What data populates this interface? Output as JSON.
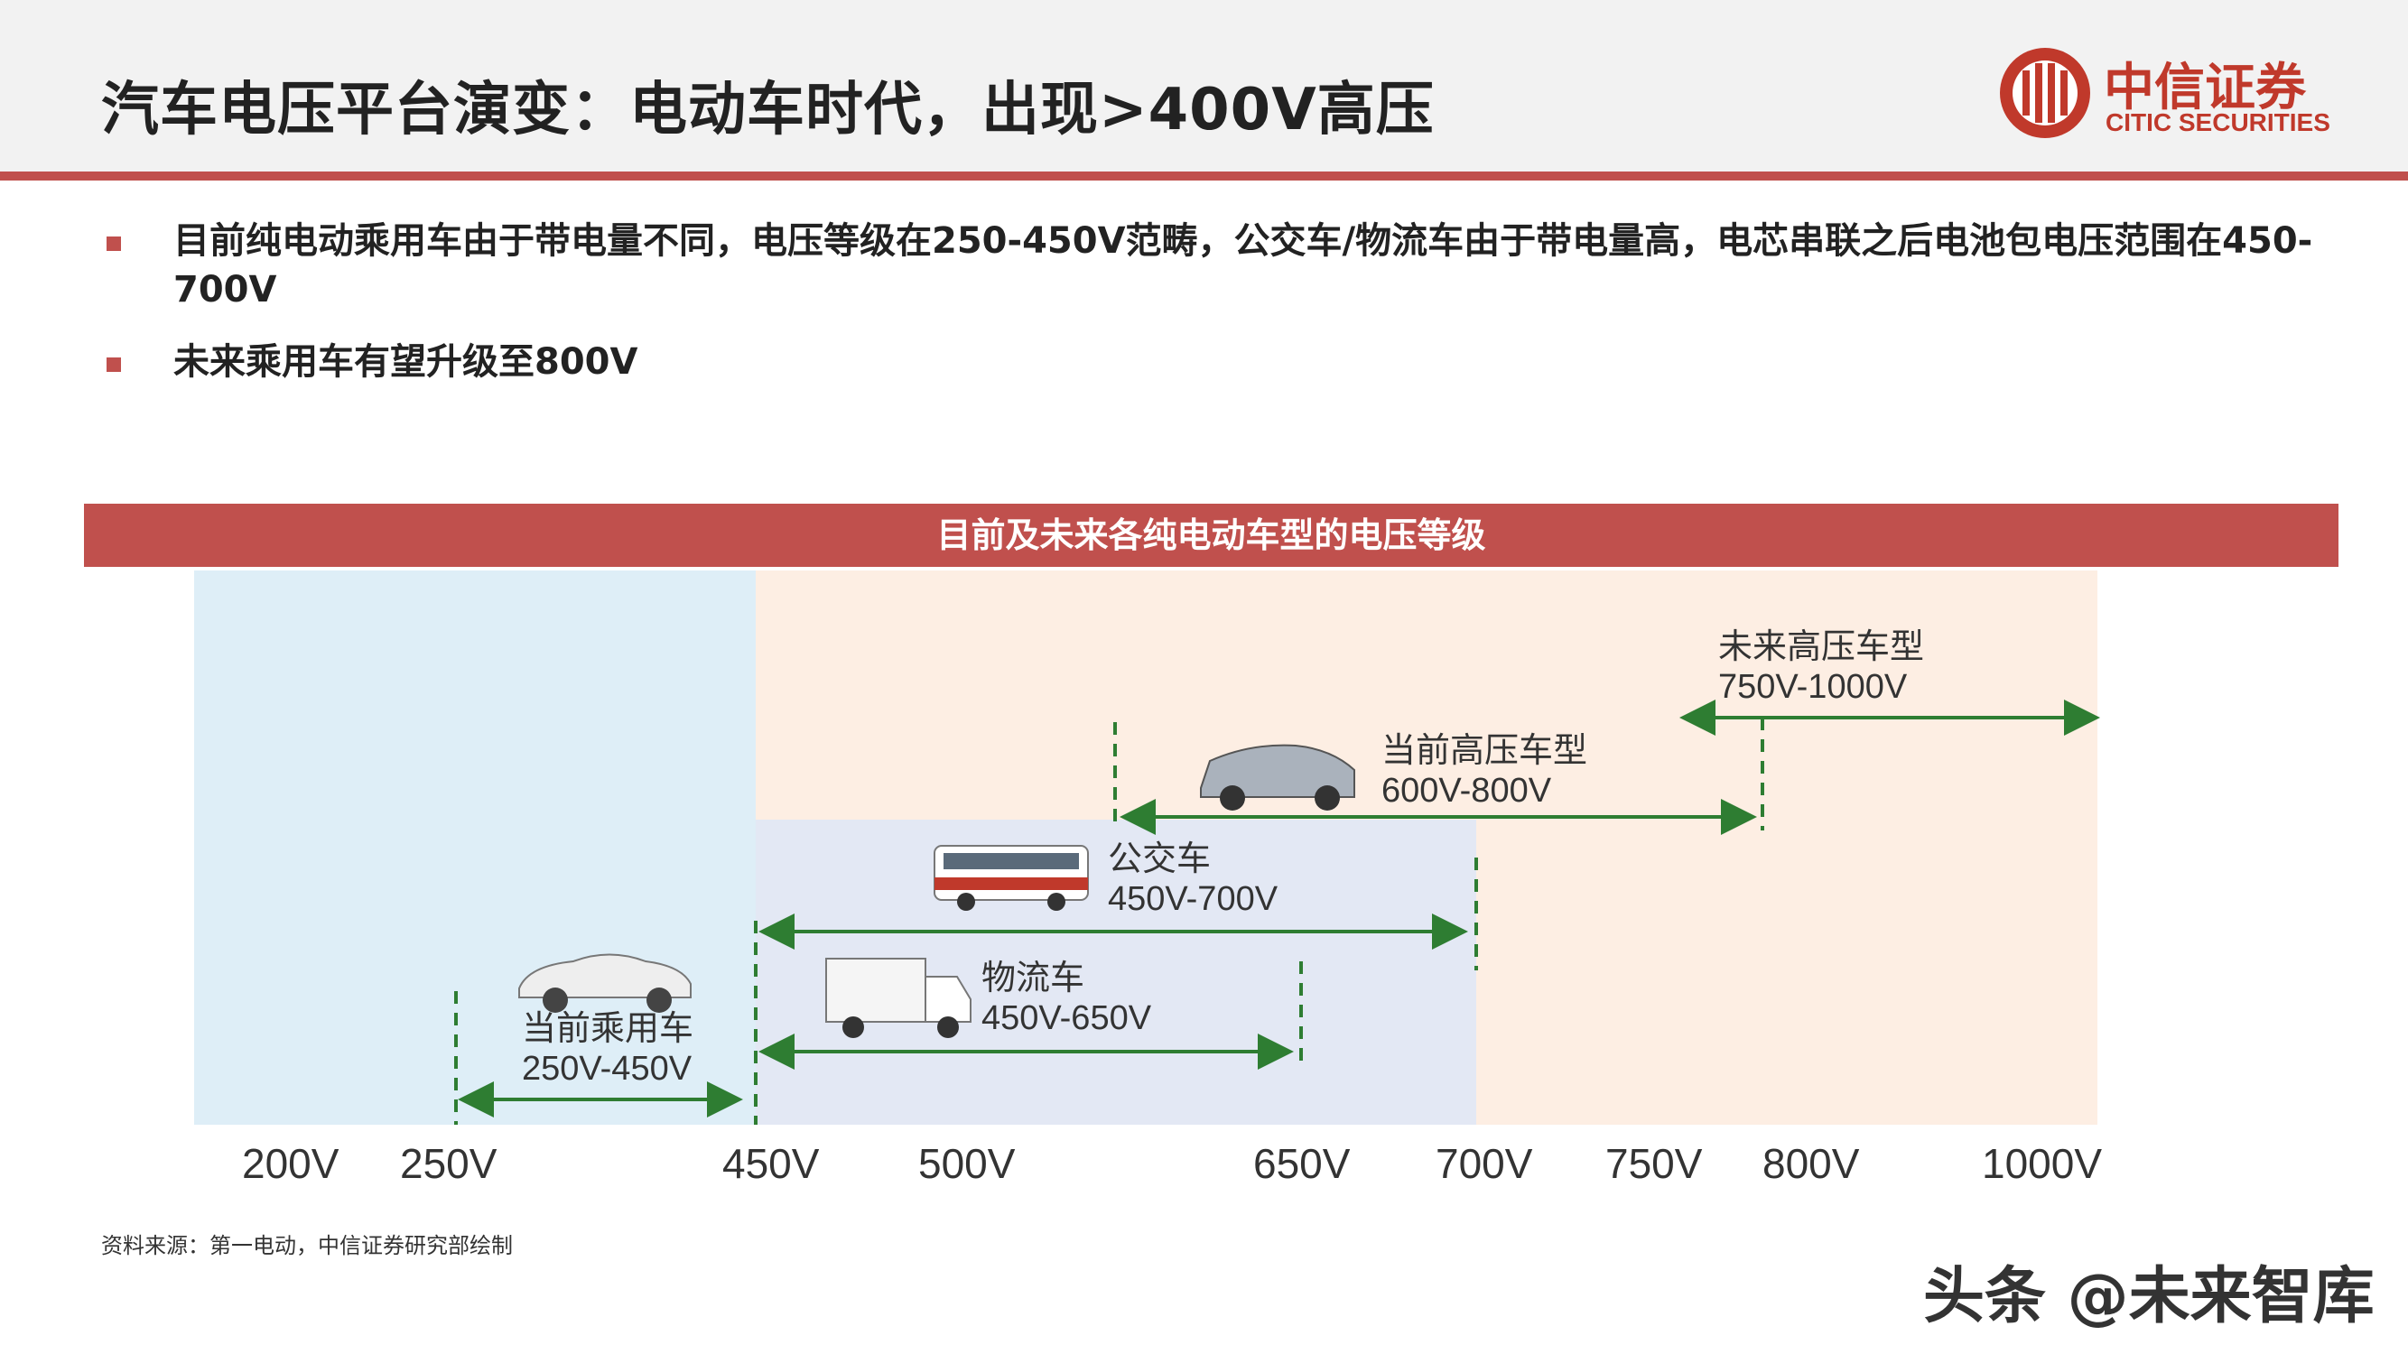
{
  "title": "汽车电压平台演变：电动车时代，出现>400V高压",
  "logo": {
    "cn": "中信证券",
    "en": "CITIC SECURITIES"
  },
  "bullets": [
    "目前纯电动乘用车由于带电量不同，电压等级在250-450V范畴，公交车/物流车由于带电量高，电芯串联之后电池包电压范围在450-700V",
    "未来乘用车有望升级至800V"
  ],
  "diagram": {
    "banner": "目前及未来各纯电动车型的电压等级",
    "axis_labels": [
      "200V",
      "250V",
      "450V",
      "500V",
      "650V",
      "700V",
      "750V",
      "800V",
      "1000V"
    ],
    "segments": [
      {
        "name": "当前乘用车",
        "range": "250V-450V"
      },
      {
        "name": "物流车",
        "range": "450V-650V"
      },
      {
        "name": "公交车",
        "range": "450V-700V"
      },
      {
        "name": "当前高压车型",
        "range": "600V-800V"
      },
      {
        "name": "未来高压车型",
        "range": "750V-1000V"
      }
    ],
    "colors": {
      "current_zone": "#deeef7",
      "future_zone": "#fdeee3",
      "bus_zone": "#e3e8f4",
      "arrow": "#2e7d32",
      "accent": "#c0504d"
    }
  },
  "source": "资料来源：第一电动，中信证券研究部绘制",
  "watermark": "头条 @未来智库"
}
